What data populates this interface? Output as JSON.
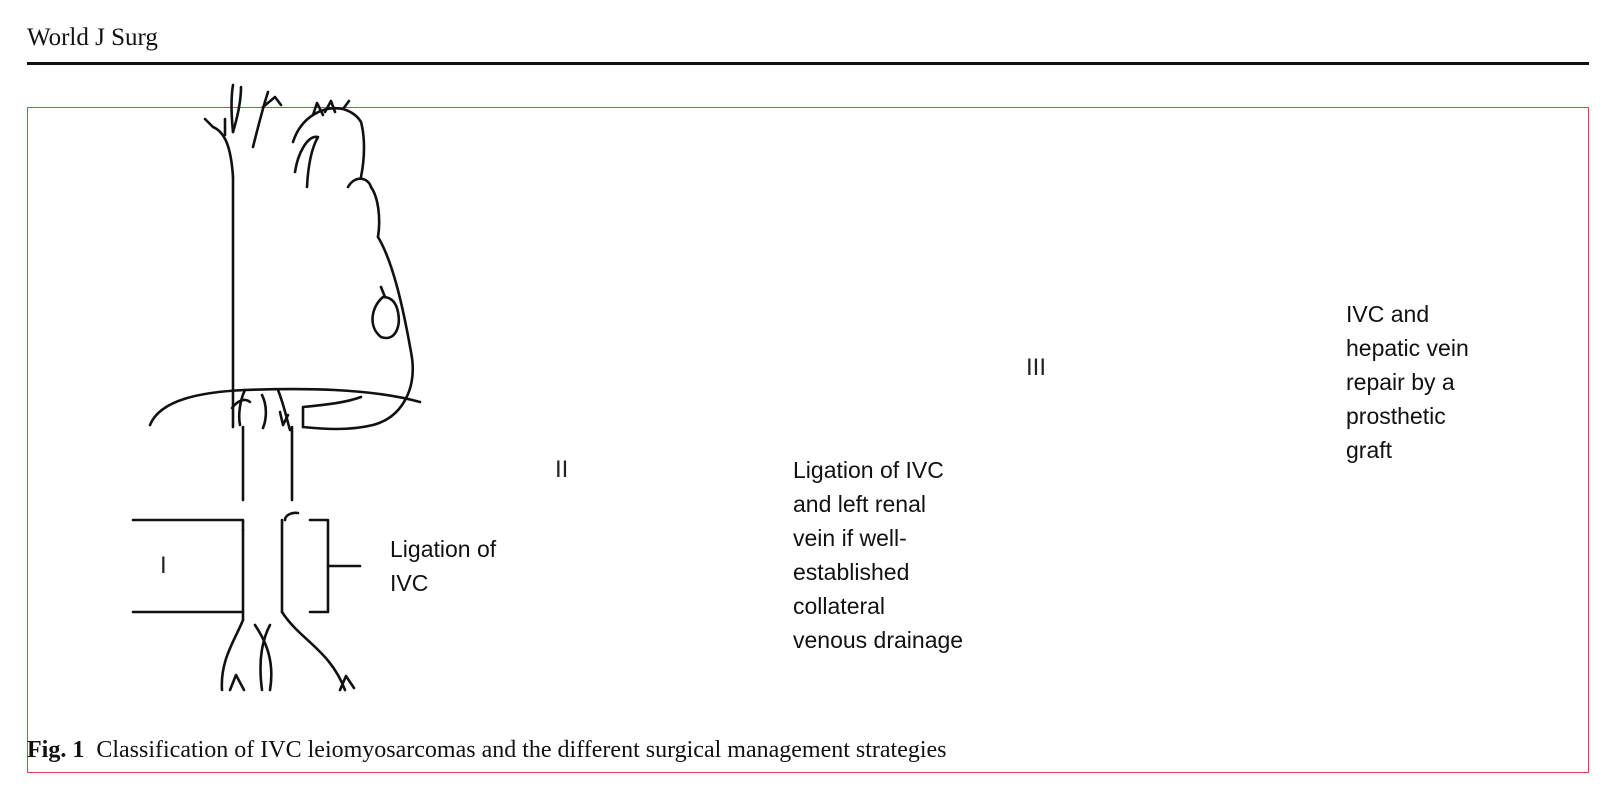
{
  "journal": {
    "running_head": "World J Surg"
  },
  "figure": {
    "frame_color": "#d64550",
    "panels": [
      {
        "roman": "I",
        "description": "Ligation of\nIVC"
      },
      {
        "roman": "II",
        "description": "Ligation of IVC\nand left renal\nvein if well-\nestablished\ncollateral\nvenous drainage"
      },
      {
        "roman": "III",
        "description": "IVC and\nhepatic vein\nrepair by a\nprosthetic\ngraft"
      }
    ],
    "caption": {
      "label": "Fig. 1",
      "text": "Classification of IVC leiomyosarcomas and the different surgical management strategies"
    }
  }
}
